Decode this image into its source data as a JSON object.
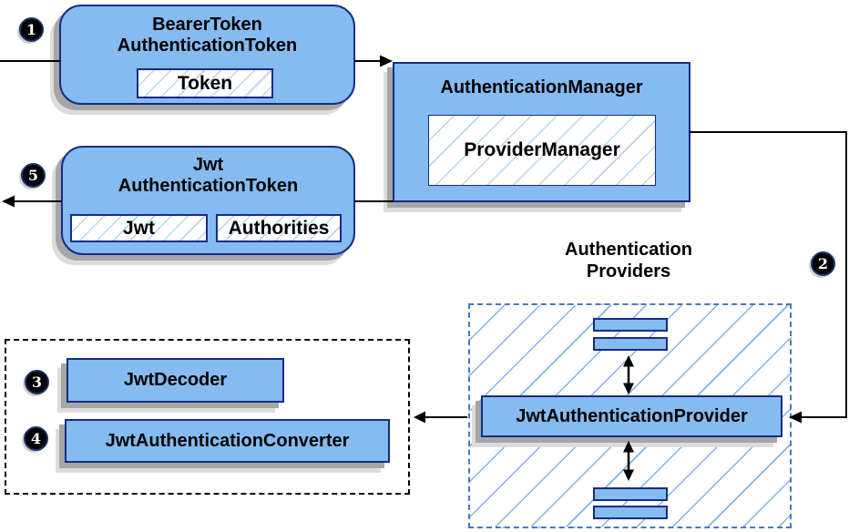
{
  "colors": {
    "node_fill": "#85bbf0",
    "node_border": "#152c87",
    "hatch_small": "#b9d4f0",
    "hatch_large": "#84b1e2",
    "providers_dash": "#4579bd",
    "shadow_dark": "#a6a6a6",
    "shadow_light": "#dcdcdc",
    "badge_bg": "#000000",
    "badge_ring": "#203070",
    "badge_text": "#ffffff",
    "connector": "#000000"
  },
  "badges": {
    "step1": "1",
    "step2": "2",
    "step3": "3",
    "step4": "4",
    "step5": "5"
  },
  "nodes": {
    "bearer_token": {
      "title_line1": "BearerToken",
      "title_line2": "AuthenticationToken",
      "chip": "Token"
    },
    "authentication_manager": {
      "title": "AuthenticationManager",
      "chip": "ProviderManager"
    },
    "jwt_authentication_token": {
      "title_line1": "Jwt",
      "title_line2": "AuthenticationToken",
      "chip_jwt": "Jwt",
      "chip_authorities": "Authorities"
    },
    "jwt_authentication_provider": {
      "title": "JwtAuthenticationProvider"
    },
    "jwt_decoder": {
      "title": "JwtDecoder"
    },
    "jwt_authentication_converter": {
      "title": "JwtAuthenticationConverter"
    }
  },
  "groups": {
    "authentication_providers": {
      "label_line1": "Authentication",
      "label_line2": "Providers"
    }
  }
}
